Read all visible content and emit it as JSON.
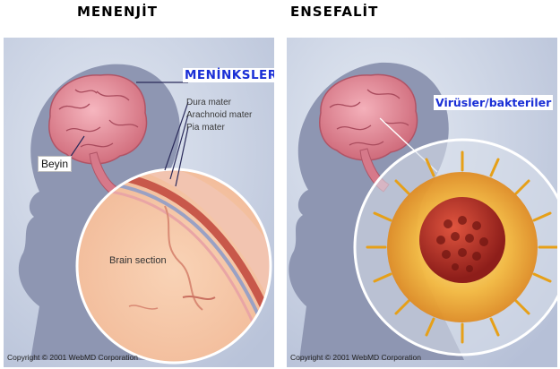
{
  "titles": {
    "left": "MENENJİT",
    "right": "ENSEFALİT"
  },
  "left_panel": {
    "meninges_label": "MENİNKSLER",
    "layers": [
      "Dura mater",
      "Arachnoid mater",
      "Pia mater"
    ],
    "brain_label": "Beyin",
    "brain_section_label": "Brain section",
    "copyright": "Copyright © 2001 WebMD Corporation"
  },
  "right_panel": {
    "virus_label": "Virüsler/bakteriler",
    "copyright": "Copyright © 2001 WebMD Corporation"
  },
  "colors": {
    "label_blue": "#1a2fd6",
    "background": "#c9d3e6",
    "silhouette": "#8e96b2",
    "brain": "#e88c9a",
    "dura": "#c8584a",
    "virus_core": "#b8322a",
    "virus_halo": "#f5b83a"
  }
}
